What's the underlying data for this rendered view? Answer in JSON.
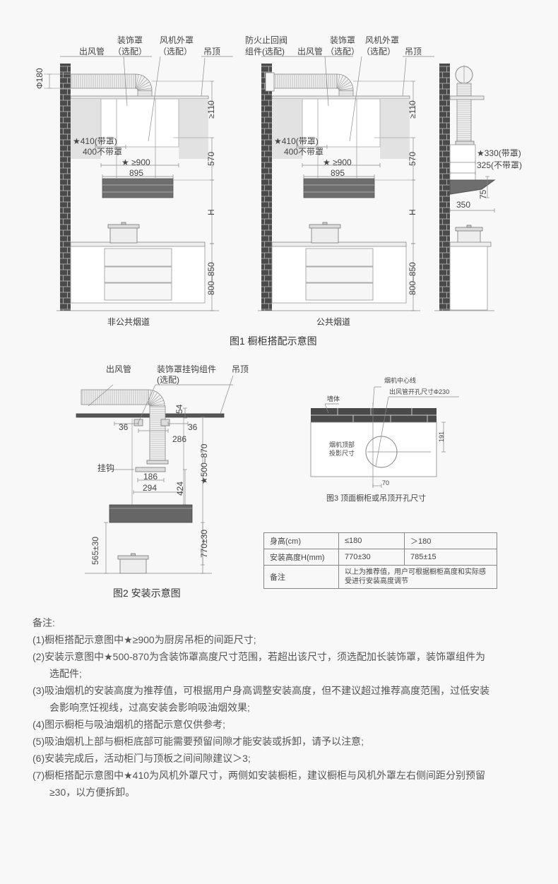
{
  "fig1": {
    "panel_a": {
      "outlet_pipe": "出风管",
      "deco_cover": "装饰罩",
      "deco_cover_opt": "（选配）",
      "fan_cover": "风机外罩",
      "fan_cover_opt": "（选配）",
      "ceiling": "吊顶",
      "dia": "Φ180",
      "dim_410": "★410(带罩)",
      "dim_400": "400不带罩",
      "dim_900": "★ ≥900",
      "dim_895": "895",
      "dim_110": "≥110",
      "dim_570": "570",
      "dim_h": "H",
      "dim_800": "800–850",
      "caption": "非公共烟道"
    },
    "panel_b": {
      "damper": "防火止回阀",
      "damper_opt": "组件(选配)",
      "outlet_pipe": "出风管",
      "deco_cover": "装饰罩",
      "deco_cover_opt": "（选配）",
      "fan_cover": "风机外罩",
      "fan_cover_opt": "（选配）",
      "ceiling": "吊顶",
      "dim_410": "★410(带罩)",
      "dim_400": "400不带罩",
      "dim_900": "★ ≥900",
      "dim_895": "895",
      "dim_110": "≥110",
      "dim_570": "570",
      "dim_h": "H",
      "dim_800": "800–850",
      "caption": "公共烟道"
    },
    "panel_c": {
      "dim_330": "★330(带罩)",
      "dim_325": "325(不带罩)",
      "dim_75": "75",
      "dim_350": "350"
    },
    "caption": "图1 橱柜搭配示意图"
  },
  "fig2": {
    "outlet_pipe": "出风管",
    "hook_assembly": "装饰罩挂钩组件",
    "hook_assembly_opt": "(选配)",
    "ceiling": "吊顶",
    "dim_54": "54",
    "dim_36_left": "36",
    "dim_36_right": "36",
    "dim_286": "286",
    "hook": "挂钩",
    "dim_186": "186",
    "dim_294": "294",
    "dim_424": "424",
    "dim_500_870": "★500–870",
    "dim_565": "565±30",
    "dim_770": "770±30",
    "caption": "图2 安装示意图"
  },
  "fig3": {
    "centerline": "烟机中心线",
    "hole_size": "出风管开孔尺寸Φ230",
    "wall": "墙体",
    "projection_1": "烟机顶部",
    "projection_2": "投影尺寸",
    "dim_191": "191",
    "dim_70": "70",
    "caption": "图3 顶面橱柜或吊顶开孔尺寸"
  },
  "table": {
    "rows": [
      [
        "身高(cm)",
        "≤180",
        "＞180"
      ],
      [
        "安装高度H(mm)",
        "770±30",
        "785±15"
      ],
      [
        "备注",
        "以上为推荐值，用户可根据橱柜高度和实际感受进行安装高度调节"
      ]
    ]
  },
  "notes": {
    "title": "备注:",
    "items": [
      "(1)橱柜搭配示意图中★≥900为厨房吊柜的间距尺寸;",
      "(2)安装示意图中★500-870为含装饰罩高度尺寸范围，若超出该尺寸，须选配加长装饰罩，装饰罩组件为",
      "选配件;",
      "(3)吸油烟机的安装高度为推荐值，可根据用户身高调整安装高度，但不建议超过推荐高度范围，过低安装",
      "会影响烹饪视线，过高安装会影响吸油烟效果;",
      "(4)图示橱柜与吸油烟机的搭配示意仅供参考;",
      "(5)吸油烟机上部与橱柜底部可能需要预留间隙才能安装或拆卸，请予以注意;",
      "(6)安装完成后，活动柜门与顶板之间间隙建议＞3;",
      "(7)橱柜搭配示意图中★410为风机外罩尺寸，两侧如安装橱柜，建议橱柜与风机外罩左右侧间距分别预留",
      "≥30，以方便拆卸。"
    ]
  },
  "colors": {
    "wall": "#4a4a4a",
    "cabinet": "#e2e2e2",
    "hood": "#6e6e6e",
    "line": "#888888"
  }
}
